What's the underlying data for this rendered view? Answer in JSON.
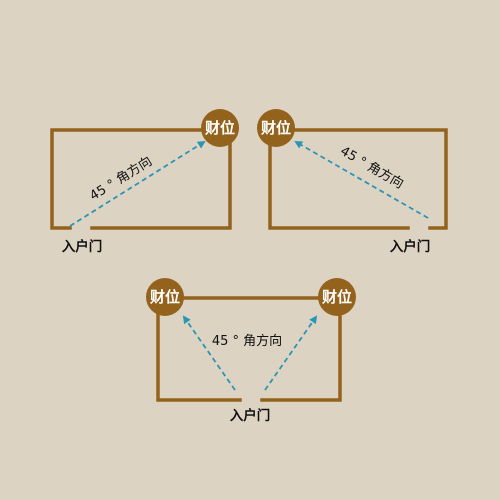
{
  "diagrams": [
    {
      "wealth_label": "财位",
      "angle_label": "45 ° 角方向",
      "door_label": "入户门"
    },
    {
      "wealth_label": "财位",
      "angle_label": "45 ° 角方向",
      "door_label": "入户门"
    },
    {
      "wealth_label_left": "财位",
      "wealth_label_right": "财位",
      "angle_label": "45 ° 角方向",
      "door_label": "入户门"
    }
  ],
  "colors": {
    "background": "#dcd3c3",
    "wall": "#93621c",
    "wealth_circle": "#93621c",
    "arrow": "#2a95b4"
  }
}
